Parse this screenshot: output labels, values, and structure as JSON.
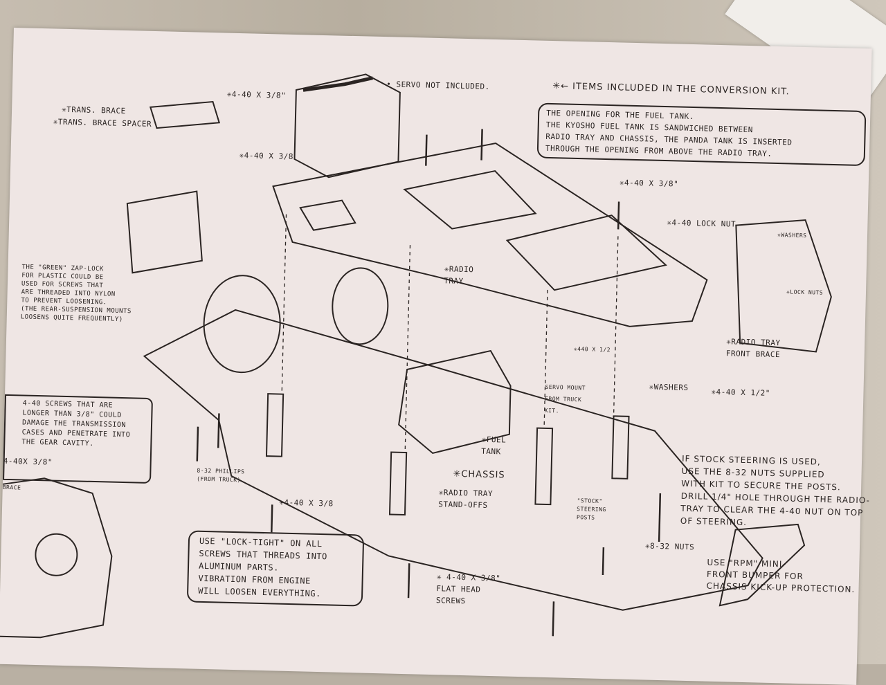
{
  "header": {
    "servo_note": "• SERVO NOT INCLUDED.",
    "legend": "✳← ITEMS INCLUDED IN THE CONVERSION KIT."
  },
  "labels": {
    "trans_brace": "✳TRANS. BRACE",
    "trans_brace_spacer": "✳TRANS. BRACE SPACER",
    "screw_440_38_top": "✳4-40 x 3/8\"",
    "screw_440_38_servo": "✳4-40 x 3/8",
    "screw_440_38_right": "✳4-40 x 3/8\"",
    "lock_nut": "✳4-40 LOCK NUT",
    "washers_side": "✳WASHERS",
    "lock_nuts_side": "✳LOCK NUTS",
    "radio_tray": "✳RADIO\nTRAY",
    "radio_tray_brace": "✳RADIO TRAY\nFRONT BRACE",
    "screw_440_12_small": "✳440 x 1/2",
    "washers": "✳WASHERS",
    "screw_440_12": "✳4-40 x 1/2\"",
    "servo_mount": "SERVO MOUNT\nFROM TRUCK\nKIT.",
    "fuel_tank": "✳FUEL\nTANK",
    "chassis": "✳CHASSIS",
    "standoffs": "✳RADIO TRAY\nSTAND-OFFS",
    "phillips": "8-32 PHILLIPS\n(FROM TRUCK)",
    "screw_440_38_bottom": "✳4-40 x 3/8",
    "flat_head": "✳ 4-40 x 3/8\"\nFLAT HEAD\nSCREWS",
    "stock_posts": "\"STOCK\"\nSTEERING\nPOSTS",
    "nuts_832": "✳8-32 NUTS",
    "bumper": "USE \"RPM\" MINI-\nFRONT BUMPER FOR\nCHASSIS KICK-UP PROTECTION.",
    "side_screw": "4-40x 3/8\"",
    "side_brace": "BRACE"
  },
  "notes": {
    "fuel_opening": "THE OPENING FOR THE FUEL TANK.\nTHE KYOSHO FUEL TANK IS SANDWICHED BETWEEN\nRADIO TRAY AND CHASSIS, THE PANDA TANK IS INSERTED\nTHROUGH THE OPENING FROM ABOVE THE RADIO TRAY.",
    "green_lock": "THE \"GREEN\" ZAP-LOCK\nFOR PLASTIC COULD BE\nUSED FOR SCREWS THAT\nARE THREADED INTO NYLON\nTO PREVENT LOOSENING.\n(THE REAR-SUSPENSION MOUNTS\nLOOSENS QUITE FREQUENTLY)",
    "screw_warning": "4-40 SCREWS THAT ARE\nLONGER THAN 3/8\" COULD\nDAMAGE THE TRANSMISSION\nCASES AND PENETRATE INTO\nTHE GEAR CAVITY.",
    "lock_tight": "USE \"LOCK-TIGHT\" ON ALL\nSCREWS THAT THREADS INTO\nALUMINUM PARTS.\nVIBRATION FROM ENGINE\nWILL LOOSEN EVERYTHING.",
    "steering": "IF STOCK STEERING IS USED,\nUSE THE 8-32 NUTS SUPPLIED\nWITH KIT TO SECURE THE POSTS.\nDRILL 1/4\" HOLE THROUGH THE RADIO-\nTRAY TO CLEAR THE 4-40 NUT ON TOP\nOF STEERING."
  }
}
